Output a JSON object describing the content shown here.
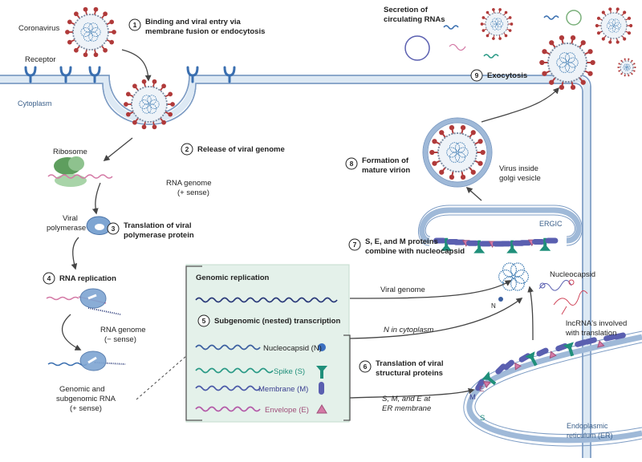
{
  "labels": {
    "coronavirus": "Coronavirus",
    "receptor": "Receptor",
    "cytoplasm": "Cytoplasm",
    "ribosome": "Ribosome",
    "rna_genome_plus_1": "RNA genome",
    "rna_genome_plus_2": "(+ sense)",
    "viral_polymerase_1": "Viral",
    "viral_polymerase_2": "polymerase",
    "rna_genome_minus_1": "RNA genome",
    "rna_genome_minus_2": "(− sense)",
    "genomic_sub_1": "Genomic and",
    "genomic_sub_2": "subgenomic RNA",
    "genomic_sub_3": "(+ sense)",
    "secretion_1": "Secretion of",
    "secretion_2": "circulating RNAs",
    "virus_golgi_1": "Virus inside",
    "virus_golgi_2": "golgi vesicle",
    "ergic": "ERGIC",
    "nucleocapsid": "Nucleocapsid",
    "viral_genome": "Viral genome",
    "n_in_cytoplasm": "N in cytoplasm",
    "n_letter": "N",
    "lncrna_1": "lncRNA's involved",
    "lncrna_2": "with translation",
    "sme_er_1": "S, M, and E at",
    "sme_er_2": "ER membrane",
    "er_1": "Endoplasmic",
    "er_2": "reticulum (ER)",
    "m_letter": "M",
    "e_letter": "E",
    "s_letter": "S"
  },
  "steps": [
    {
      "num": "1",
      "line1": "Binding and viral entry via",
      "line2": "membrane fusion or endocytosis"
    },
    {
      "num": "2",
      "line1": "Release of viral genome",
      "line2": ""
    },
    {
      "num": "3",
      "line1": "Translation of viral",
      "line2": "polymerase protein"
    },
    {
      "num": "4",
      "line1": "RNA replication",
      "line2": ""
    },
    {
      "num": "5",
      "line1": "Subgenomic (nested) transcription",
      "line2": ""
    },
    {
      "num": "6",
      "line1": "Translation of viral",
      "line2": "structural proteins"
    },
    {
      "num": "7",
      "line1": "S, E, and M proteins",
      "line2": "combine with nucleocapsid"
    },
    {
      "num": "8",
      "line1": "Formation of",
      "line2": "mature virion"
    },
    {
      "num": "9",
      "line1": "Exocytosis",
      "line2": ""
    }
  ],
  "panel": {
    "genomic_replication": "Genomic replication",
    "transcripts": [
      {
        "label": "Nucleocapsid (N)",
        "color": "#3b5fa0"
      },
      {
        "label": "Spike (S)",
        "color": "#2a9a86"
      },
      {
        "label": "Membrane (M)",
        "color": "#4b5aa8"
      },
      {
        "label": "Envelope (E)",
        "color": "#b45aa8"
      }
    ]
  },
  "colors": {
    "membrane": "#b9cfe6",
    "membrane_edge": "#7d9cc4",
    "panel_bg": "#e4f1ea",
    "virus_spike": "#b03a3a",
    "receptor": "#3a6fb0",
    "spike": "#1f8f7a",
    "membrane_protein": "#5a5fb0",
    "envelope": "#d47aa6"
  }
}
